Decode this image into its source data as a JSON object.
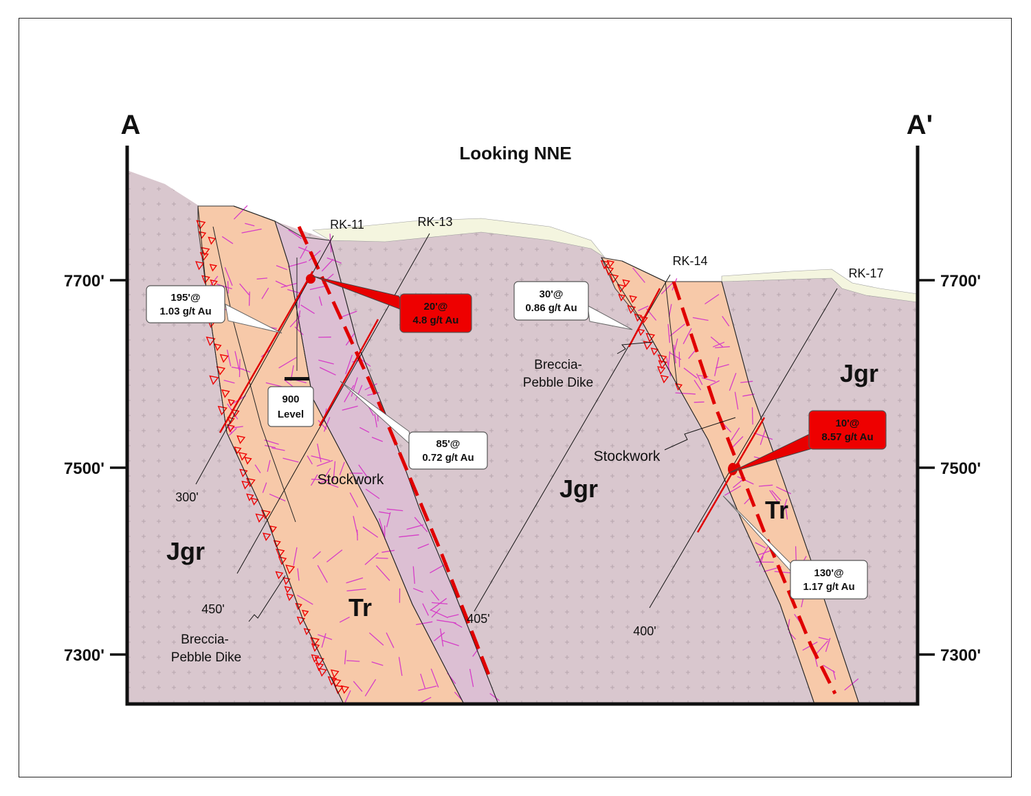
{
  "title": "Looking NNE",
  "section_start": "A",
  "section_end": "A'",
  "elevations": {
    "left": [
      "7700'",
      "7500'",
      "7300'"
    ],
    "right": [
      "7700'",
      "7500'",
      "7300'"
    ]
  },
  "units": {
    "jgr": "Jgr",
    "tr": "Tr",
    "stockwork": "Stockwork",
    "breccia_line1": "Breccia-",
    "breccia_line2": "Pebble Dike"
  },
  "drillholes": {
    "rk11": "RK-11",
    "rk13": "RK-13",
    "rk14": "RK-14",
    "rk17": "RK-17"
  },
  "depths": {
    "d300": "300'",
    "d450": "450'",
    "d405": "405'",
    "d400": "400'"
  },
  "level_label": {
    "line1": "900",
    "line2": "Level"
  },
  "intercepts": {
    "i195": {
      "line1": "195'@",
      "line2": "1.03 g/t Au",
      "highlight": false
    },
    "i20": {
      "line1": "20'@",
      "line2": "4.8 g/t Au",
      "highlight": true
    },
    "i85": {
      "line1": "85'@",
      "line2": "0.72 g/t Au",
      "highlight": false
    },
    "i30": {
      "line1": "30'@",
      "line2": "0.86 g/t Au",
      "highlight": false
    },
    "i10": {
      "line1": "10'@",
      "line2": "8.57 g/t Au",
      "highlight": true
    },
    "i130": {
      "line1": "130'@",
      "line2": "1.17 g/t Au",
      "highlight": false
    }
  },
  "colors": {
    "granite": "#d9c7ce",
    "dike": "#f7c9a9",
    "high_grade": "#ee0000",
    "alluvium": "#f4f5df",
    "stockwork_lines": "#d63cc7"
  }
}
